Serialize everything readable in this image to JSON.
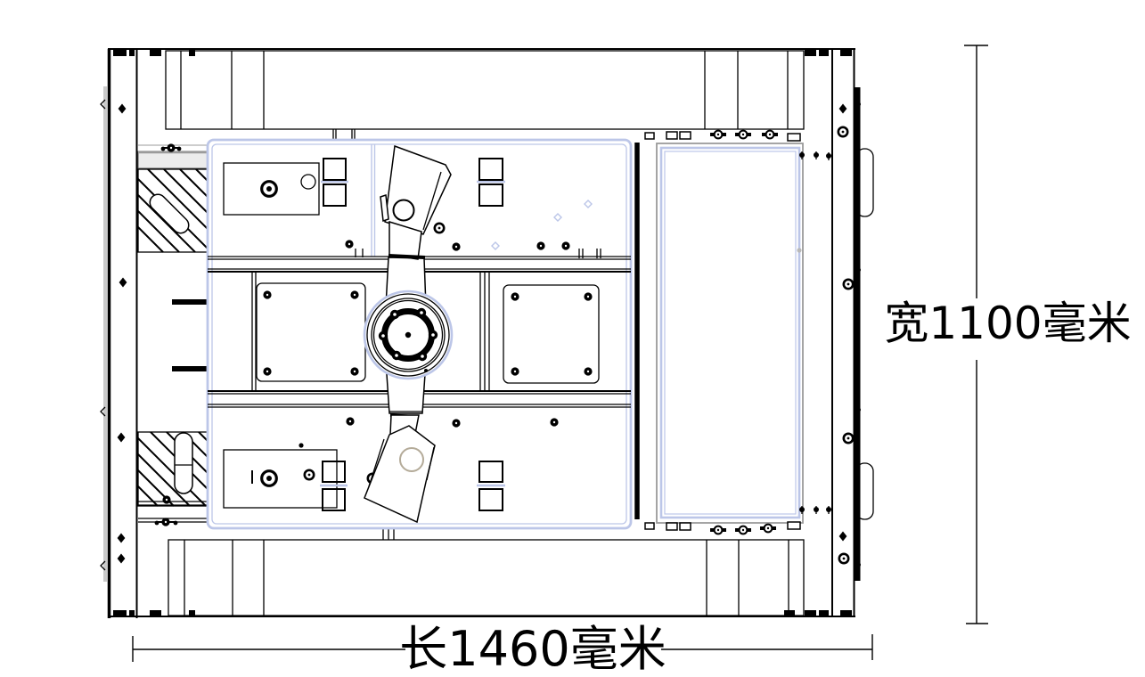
{
  "drawing": {
    "title": "machine-chassis-top-view",
    "type": "cad-2d-line-drawing",
    "dimensions": {
      "width_label": "宽1100毫米",
      "width_value": "1100",
      "width_unit": "毫米",
      "length_label": "长1460毫米",
      "length_value": "1460",
      "length_unit": "毫米"
    },
    "colors": {
      "background": "#ffffff",
      "line": "#000000",
      "panel_outline": "#bcc6e8",
      "gray_outline": "#9b9b9b",
      "gray_strip": "#c9c9c9",
      "hole_circle": "#b4ab99"
    }
  }
}
